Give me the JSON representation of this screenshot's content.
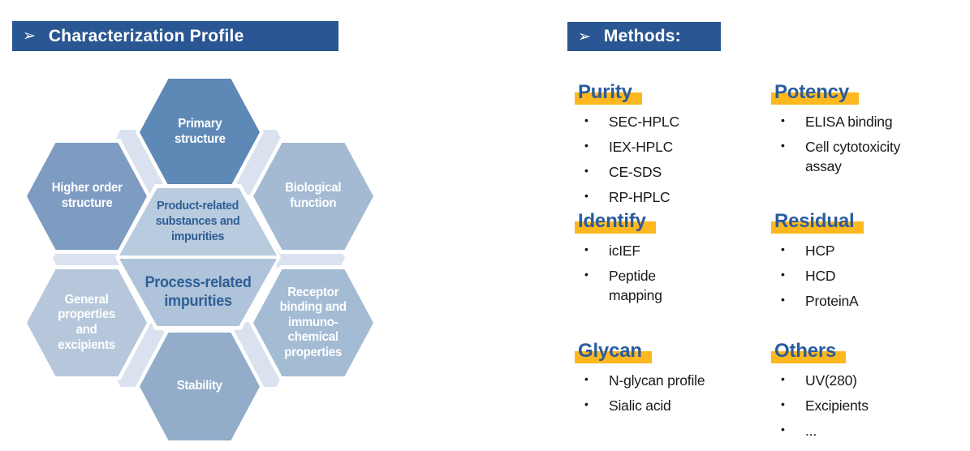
{
  "slide": {
    "left": {
      "banner": {
        "arrow": "➢",
        "title": "Characterization Profile"
      },
      "hexagons": {
        "primary": "Primary\nstructure",
        "higher_order": "Higher order\nstructure",
        "biological": "Biological\nfunction",
        "general": "General\nproperties\nand\nexcipients",
        "receptor": "Receptor\nbinding and\nimmuno-\nchemical\nproperties",
        "stability": "Stability",
        "center_top": "Product-related\nsubstances and\nimpurities",
        "center_bottom": "Process-related\nimpurities"
      }
    },
    "right": {
      "banner": {
        "arrow": "➢",
        "title": "Methods:"
      },
      "bullet": "•",
      "sections": [
        {
          "name": "Purity",
          "items": [
            "SEC-HPLC",
            "IEX-HPLC",
            "CE-SDS",
            "RP-HPLC"
          ]
        },
        {
          "name": "Potency",
          "items": [
            "ELISA binding",
            "Cell cytotoxicity\nassay"
          ]
        },
        {
          "name": "Identify",
          "items": [
            "icIEF",
            "Peptide\nmapping"
          ]
        },
        {
          "name": "Residual",
          "items": [
            "HCP",
            "HCD",
            "ProteinA"
          ]
        },
        {
          "name": "Glycan",
          "items": [
            "N-glycan profile",
            "Sialic acid"
          ]
        },
        {
          "name": "Others",
          "items": [
            "UV(280)",
            "Excipients",
            "..."
          ]
        }
      ]
    }
  },
  "colors": {
    "banner-blue": "#2A5793",
    "heading-blue": "#2B5C9E",
    "accent-yellow": "#FCB81E",
    "hex-primary": "#5E88B5",
    "hex-higher": "#7E9BC2",
    "hex-biological": "#A4BAD3",
    "hex-receptor": "#A4BBD4",
    "hex-general": "#B7C7DB",
    "hex-stability": "#92ACCA",
    "hex-center-top": "#B9CBDF",
    "hex-center-bottom": "#AFC4DA",
    "hex-connector": "#DAE2EF",
    "center-text-blue": "#2E5E95",
    "list-text": "#1A1A1A"
  }
}
